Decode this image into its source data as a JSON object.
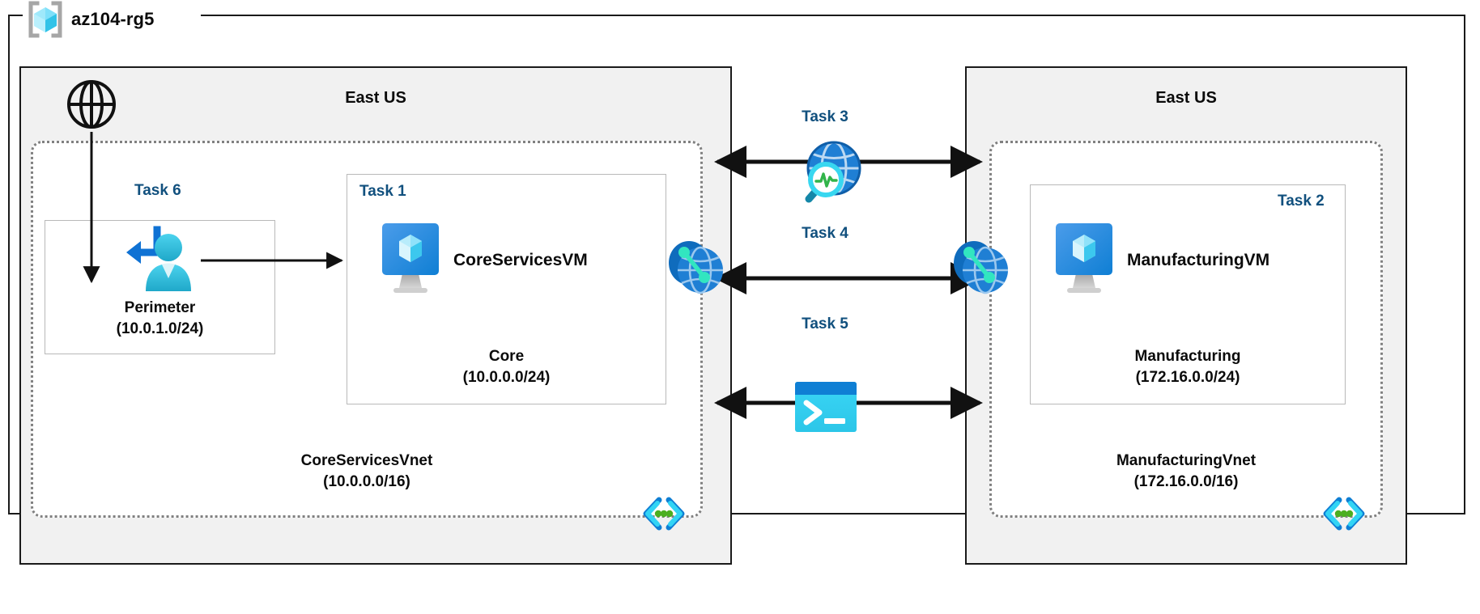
{
  "diagram": {
    "type": "azure-network-architecture",
    "resource_group": {
      "name": "az104-rg5",
      "icon": "resource-group-icon"
    },
    "colors": {
      "task_label": "#11507e",
      "region_fill": "#f1f1f2",
      "vnet_border": "#808080",
      "subnet_border": "#b9b9b9",
      "azure_blue": "#0078d4",
      "azure_cyan": "#32d4f5",
      "vnet_icon_green": "#4caf21",
      "peering_teal": "#32e6c0",
      "frame_black": "#1a1a1a"
    },
    "regions": [
      {
        "id": "left",
        "label": "East US"
      },
      {
        "id": "right",
        "label": "East US"
      }
    ],
    "internet": {
      "icon": "globe-icon",
      "label": ""
    },
    "vnets": [
      {
        "id": "core",
        "name": "CoreServicesVnet",
        "cidr": "(10.0.0.0/16)",
        "icon": "vnet-icon"
      },
      {
        "id": "manufacturing",
        "name": "ManufacturingVnet",
        "cidr": "(172.16.0.0/16)",
        "icon": "vnet-icon"
      }
    ],
    "subnets": [
      {
        "id": "perimeter",
        "task": "Task 6",
        "name": "Perimeter",
        "cidr": "(10.0.1.0/24)",
        "icon": "user-inbound-icon",
        "vnet": "core"
      },
      {
        "id": "core-subnet",
        "task": "Task 1",
        "name": "Core",
        "cidr": "(10.0.0.0/24)",
        "vm": {
          "name": "CoreServicesVM",
          "icon": "virtual-machine-icon"
        },
        "vnet": "core"
      },
      {
        "id": "manufacturing-subnet",
        "task": "Task 2",
        "name": "Manufacturing",
        "cidr": "(172.16.0.0/24)",
        "vm": {
          "name": "ManufacturingVM",
          "icon": "virtual-machine-icon"
        },
        "vnet": "manufacturing"
      }
    ],
    "connections": [
      {
        "id": "task3",
        "task": "Task 3",
        "icon": "network-watcher-icon",
        "style": "double-arrow"
      },
      {
        "id": "task4",
        "task": "Task 4",
        "icon": "vnet-peering-icon",
        "style": "double-arrow"
      },
      {
        "id": "task5",
        "task": "Task 5",
        "icon": "cloud-shell-icon",
        "style": "double-arrow"
      }
    ],
    "peering_endpoints": [
      {
        "id": "peer-left",
        "icon": "vnet-peering-icon"
      },
      {
        "id": "peer-right",
        "icon": "vnet-peering-icon"
      }
    ]
  }
}
